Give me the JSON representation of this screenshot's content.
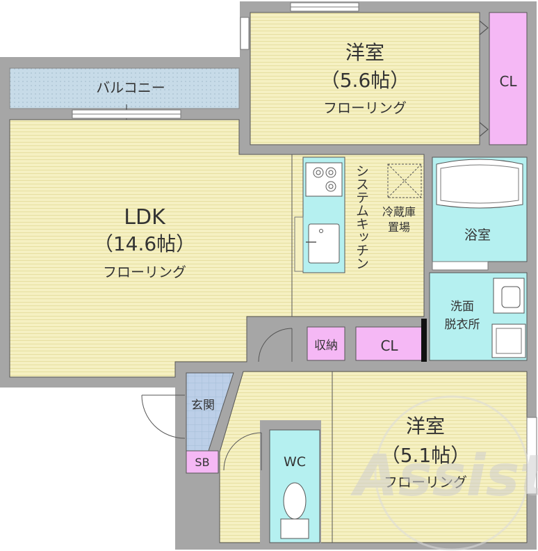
{
  "colors": {
    "wall": "#a6a6a6",
    "wall_dark": "#8c8c8c",
    "floor": "#f5f0c2",
    "floor_line": "#e6dfa0",
    "wet": "#b5f0f0",
    "closet": "#f5b8f5",
    "balcony": "#c7dbe8",
    "entrance": "#bccfe8",
    "watermark": "#dcdcdc"
  },
  "rooms": {
    "western_room_1": {
      "name": "洋室",
      "size": "（5.6帖）",
      "floor": "フローリング"
    },
    "closet_1": {
      "name": "CL"
    },
    "balcony": {
      "name": "バルコニー"
    },
    "ldk": {
      "name": "LDK",
      "size": "（14.6帖）",
      "floor": "フローリング"
    },
    "kitchen": {
      "name": "システムキッチン"
    },
    "fridge": {
      "name_line1": "冷蔵庫",
      "name_line2": "置場"
    },
    "bath": {
      "name": "浴室"
    },
    "washroom": {
      "name_line1": "洗面",
      "name_line2": "脱衣所"
    },
    "storage": {
      "name": "収納"
    },
    "closet_2": {
      "name": "CL"
    },
    "entrance": {
      "name": "玄関"
    },
    "shoe_box": {
      "name": "SB"
    },
    "toilet": {
      "name": "WC"
    },
    "western_room_2": {
      "name": "洋室",
      "size": "（5.1帖）",
      "floor": "フローリング"
    }
  },
  "watermark": {
    "text": "Assist"
  }
}
